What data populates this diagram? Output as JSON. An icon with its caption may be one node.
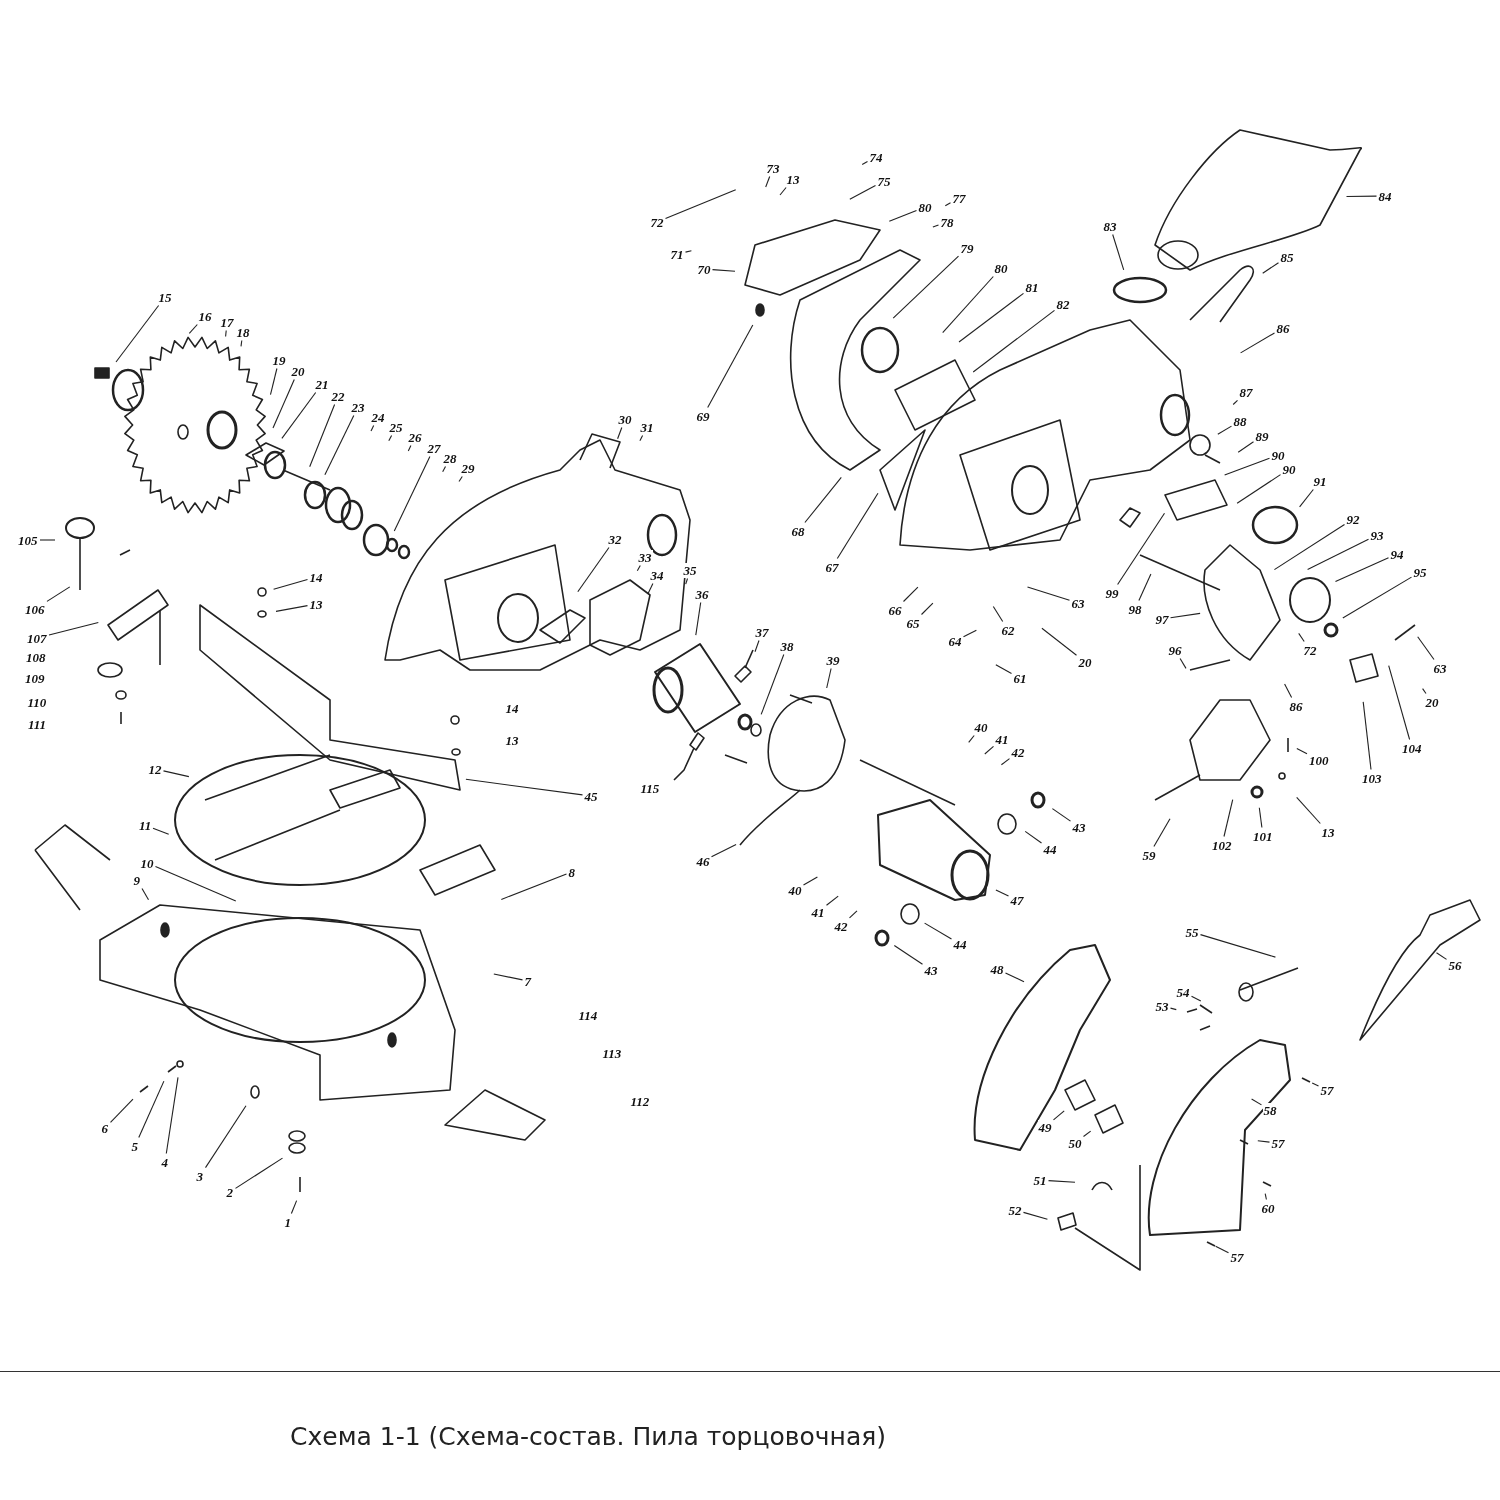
{
  "diagram": {
    "caption": "Схема 1-1 (Схема-состав. Пила торцовочная)",
    "nodes": [
      {
        "text": [
          "1"
        ]
      },
      {
        "text": [
          "2"
        ]
      },
      {
        "text": [
          "3"
        ]
      },
      {
        "text": [
          "4"
        ]
      },
      {
        "text": [
          "5"
        ]
      },
      {
        "text": [
          "6"
        ]
      },
      {
        "text": [
          "7"
        ]
      },
      {
        "text": [
          "8"
        ]
      },
      {
        "text": [
          "9"
        ]
      },
      {
        "text": [
          "10"
        ]
      },
      {
        "text": [
          "11"
        ]
      },
      {
        "text": [
          "12"
        ]
      },
      {
        "text": [
          "13"
        ]
      },
      {
        "text": [
          "14"
        ]
      },
      {
        "text": [
          "15"
        ]
      },
      {
        "text": [
          "16"
        ]
      },
      {
        "text": [
          "17"
        ]
      },
      {
        "text": [
          "18"
        ]
      },
      {
        "text": [
          "19"
        ]
      },
      {
        "text": [
          "20"
        ]
      },
      {
        "text": [
          "21"
        ]
      },
      {
        "text": [
          "22"
        ]
      },
      {
        "text": [
          "23"
        ]
      },
      {
        "text": [
          "24"
        ]
      },
      {
        "text": [
          "25"
        ]
      },
      {
        "text": [
          "26"
        ]
      },
      {
        "text": [
          "27"
        ]
      },
      {
        "text": [
          "28"
        ]
      },
      {
        "text": [
          "29"
        ]
      },
      {
        "text": [
          "30"
        ]
      },
      {
        "text": [
          "31"
        ]
      },
      {
        "text": [
          "32"
        ]
      },
      {
        "text": [
          "33"
        ]
      },
      {
        "text": [
          "34"
        ]
      },
      {
        "text": [
          "35"
        ]
      },
      {
        "text": [
          "36"
        ]
      },
      {
        "text": [
          "37"
        ]
      },
      {
        "text": [
          "38"
        ]
      },
      {
        "text": [
          "39"
        ]
      },
      {
        "text": [
          "40"
        ]
      },
      {
        "text": [
          "41"
        ]
      },
      {
        "text": [
          "42"
        ]
      },
      {
        "text": [
          "43"
        ]
      },
      {
        "text": [
          "44"
        ]
      },
      {
        "text": [
          "45"
        ]
      },
      {
        "text": [
          "46"
        ]
      },
      {
        "text": [
          "47"
        ]
      },
      {
        "text": [
          "40"
        ]
      },
      {
        "text": [
          "41"
        ]
      },
      {
        "text": [
          "42"
        ]
      },
      {
        "text": [
          "43"
        ]
      },
      {
        "text": [
          "44"
        ]
      },
      {
        "text": [
          "48"
        ]
      },
      {
        "text": [
          "49"
        ]
      },
      {
        "text": [
          "50"
        ]
      },
      {
        "text": [
          "51"
        ]
      },
      {
        "text": [
          "52"
        ]
      },
      {
        "text": [
          "53"
        ]
      },
      {
        "text": [
          "54"
        ]
      },
      {
        "text": [
          "55"
        ]
      },
      {
        "text": [
          "56"
        ]
      },
      {
        "text": [
          "57"
        ]
      },
      {
        "text": [
          "58"
        ]
      },
      {
        "text": [
          "57"
        ]
      },
      {
        "text": [
          "60"
        ]
      },
      {
        "text": [
          "57"
        ]
      },
      {
        "text": [
          "59"
        ]
      },
      {
        "text": [
          "61"
        ]
      },
      {
        "text": [
          "62"
        ]
      },
      {
        "text": [
          "63"
        ]
      },
      {
        "text": [
          "20"
        ]
      },
      {
        "text": [
          "64"
        ]
      },
      {
        "text": [
          "65"
        ]
      },
      {
        "text": [
          "66"
        ]
      },
      {
        "text": [
          "67"
        ]
      },
      {
        "text": [
          "68"
        ]
      },
      {
        "text": [
          "69"
        ]
      },
      {
        "text": [
          "70"
        ]
      },
      {
        "text": [
          "71"
        ]
      },
      {
        "text": [
          "72"
        ]
      },
      {
        "text": [
          "73"
        ]
      },
      {
        "text": [
          "13"
        ]
      },
      {
        "text": [
          "74"
        ]
      },
      {
        "text": [
          "75"
        ]
      },
      {
        "text": [
          "80"
        ]
      },
      {
        "text": [
          "77"
        ]
      },
      {
        "text": [
          "78"
        ]
      },
      {
        "text": [
          "79"
        ]
      },
      {
        "text": [
          "80"
        ]
      },
      {
        "text": [
          "81"
        ]
      },
      {
        "text": [
          "82"
        ]
      },
      {
        "text": [
          "83"
        ]
      },
      {
        "text": [
          "84"
        ]
      },
      {
        "text": [
          "85"
        ]
      },
      {
        "text": [
          "86"
        ]
      },
      {
        "text": [
          "87"
        ]
      },
      {
        "text": [
          "88"
        ]
      },
      {
        "text": [
          "89"
        ]
      },
      {
        "text": [
          "90"
        ]
      },
      {
        "text": [
          "90"
        ]
      },
      {
        "text": [
          "91"
        ]
      },
      {
        "text": [
          "92"
        ]
      },
      {
        "text": [
          "93"
        ]
      },
      {
        "text": [
          "94"
        ]
      },
      {
        "text": [
          "95"
        ]
      },
      {
        "text": [
          "96"
        ]
      },
      {
        "text": [
          "97"
        ]
      },
      {
        "text": [
          "98"
        ]
      },
      {
        "text": [
          "99"
        ]
      },
      {
        "text": [
          "72"
        ]
      },
      {
        "text": [
          "86"
        ]
      },
      {
        "text": [
          "63"
        ]
      },
      {
        "text": [
          "20"
        ]
      },
      {
        "text": [
          "104"
        ]
      },
      {
        "text": [
          "103"
        ]
      },
      {
        "text": [
          "100"
        ]
      },
      {
        "text": [
          "13"
        ]
      },
      {
        "text": [
          "101"
        ]
      },
      {
        "text": [
          "102"
        ]
      },
      {
        "text": [
          "105"
        ]
      },
      {
        "text": [
          "106"
        ]
      },
      {
        "text": [
          "107"
        ]
      },
      {
        "text": [
          "108"
        ]
      },
      {
        "text": [
          "109"
        ]
      },
      {
        "text": [
          "110"
        ]
      },
      {
        "text": [
          "111"
        ]
      },
      {
        "text": [
          "112"
        ]
      },
      {
        "text": [
          "113"
        ]
      },
      {
        "text": [
          "114"
        ]
      },
      {
        "text": [
          "115"
        ]
      },
      {
        "text": [
          "14"
        ]
      },
      {
        "text": [
          "13"
        ]
      }
    ],
    "edges": [
      {
        "from": 0,
        "to": null,
        "arrow": "none"
      },
      {
        "from": 1,
        "to": null,
        "arrow": "none"
      },
      {
        "from": 2,
        "to": null,
        "arrow": "none"
      },
      {
        "from": 3,
        "to": null,
        "arrow": "none"
      },
      {
        "from": 4,
        "to": null,
        "arrow": "none"
      },
      {
        "from": 5,
        "to": null,
        "arrow": "none"
      },
      {
        "from": 6,
        "to": null,
        "arrow": "none"
      },
      {
        "from": 7,
        "to": null,
        "arrow": "none"
      },
      {
        "from": 8,
        "to": null,
        "arrow": "none"
      },
      {
        "from": 9,
        "to": null,
        "arrow": "none"
      },
      {
        "from": 10,
        "to": null,
        "arrow": "none"
      },
      {
        "from": 11,
        "to": null,
        "arrow": "none"
      },
      {
        "from": 12,
        "to": null,
        "arrow": "none"
      },
      {
        "from": 13,
        "to": null,
        "arrow": "none"
      },
      {
        "from": 14,
        "to": null,
        "arrow": "none"
      },
      {
        "from": 15,
        "to": null,
        "arrow": "none"
      },
      {
        "from": 16,
        "to": null,
        "arrow": "none"
      },
      {
        "from": 17,
        "to": null,
        "arrow": "none"
      },
      {
        "from": 18,
        "to": null,
        "arrow": "none"
      },
      {
        "from": 19,
        "to": null,
        "arrow": "none"
      },
      {
        "from": 20,
        "to": null,
        "arrow": "none"
      },
      {
        "from": 21,
        "to": null,
        "arrow": "none"
      },
      {
        "from": 22,
        "to": null,
        "arrow": "none"
      },
      {
        "from": 23,
        "to": null,
        "arrow": "none"
      },
      {
        "from": 24,
        "to": null,
        "arrow": "none"
      },
      {
        "from": 25,
        "to": null,
        "arrow": "none"
      },
      {
        "from": 26,
        "to": null,
        "arrow": "none"
      },
      {
        "from": 27,
        "to": null,
        "arrow": "none"
      },
      {
        "from": 28,
        "to": null,
        "arrow": "none"
      },
      {
        "from": 29,
        "to": null,
        "arrow": "none"
      },
      {
        "from": 30,
        "to": null,
        "arrow": "none"
      },
      {
        "from": 31,
        "to": null,
        "arrow": "none"
      },
      {
        "from": 32,
        "to": null,
        "arrow": "none"
      },
      {
        "from": 33,
        "to": null,
        "arrow": "none"
      },
      {
        "from": 34,
        "to": null,
        "arrow": "none"
      },
      {
        "from": 35,
        "to": null,
        "arrow": "none"
      },
      {
        "from": 36,
        "to": null,
        "arrow": "none"
      },
      {
        "from": 37,
        "to": null,
        "arrow": "none"
      },
      {
        "from": 38,
        "to": null,
        "arrow": "none"
      },
      {
        "from": 39,
        "to": null,
        "arrow": "none"
      },
      {
        "from": 40,
        "to": null,
        "arrow": "none"
      },
      {
        "from": 41,
        "to": null,
        "arrow": "none"
      },
      {
        "from": 42,
        "to": null,
        "arrow": "none"
      },
      {
        "from": 43,
        "to": null,
        "arrow": "none"
      },
      {
        "from": 44,
        "to": null,
        "arrow": "none"
      },
      {
        "from": 45,
        "to": null,
        "arrow": "none"
      },
      {
        "from": 46,
        "to": null,
        "arrow": "none"
      },
      {
        "from": 47,
        "to": null,
        "arrow": "none"
      },
      {
        "from": 48,
        "to": null,
        "arrow": "none"
      },
      {
        "from": 49,
        "to": null,
        "arrow": "none"
      },
      {
        "from": 50,
        "to": null,
        "arrow": "none"
      },
      {
        "from": 51,
        "to": null,
        "arrow": "none"
      },
      {
        "from": 52,
        "to": null,
        "arrow": "none"
      },
      {
        "from": 53,
        "to": null,
        "arrow": "none"
      },
      {
        "from": 54,
        "to": null,
        "arrow": "none"
      },
      {
        "from": 55,
        "to": null,
        "arrow": "none"
      },
      {
        "from": 56,
        "to": null,
        "arrow": "none"
      },
      {
        "from": 57,
        "to": null,
        "arrow": "none"
      },
      {
        "from": 58,
        "to": null,
        "arrow": "none"
      },
      {
        "from": 59,
        "to": null,
        "arrow": "none"
      },
      {
        "from": 60,
        "to": null,
        "arrow": "none"
      },
      {
        "from": 61,
        "to": null,
        "arrow": "none"
      },
      {
        "from": 62,
        "to": null,
        "arrow": "none"
      },
      {
        "from": 63,
        "to": null,
        "arrow": "none"
      },
      {
        "from": 64,
        "to": null,
        "arrow": "none"
      },
      {
        "from": 65,
        "to": null,
        "arrow": "none"
      },
      {
        "from": 66,
        "to": null,
        "arrow": "none"
      },
      {
        "from": 67,
        "to": null,
        "arrow": "none"
      },
      {
        "from": 68,
        "to": null,
        "arrow": "none"
      },
      {
        "from": 69,
        "to": null,
        "arrow": "none"
      },
      {
        "from": 70,
        "to": null,
        "arrow": "none"
      },
      {
        "from": 71,
        "to": null,
        "arrow": "none"
      },
      {
        "from": 72,
        "to": null,
        "arrow": "none"
      },
      {
        "from": 73,
        "to": null,
        "arrow": "none"
      },
      {
        "from": 74,
        "to": null,
        "arrow": "none"
      },
      {
        "from": 75,
        "to": null,
        "arrow": "none"
      },
      {
        "from": 76,
        "to": null,
        "arrow": "none"
      },
      {
        "from": 77,
        "to": null,
        "arrow": "none"
      },
      {
        "from": 78,
        "to": null,
        "arrow": "none"
      },
      {
        "from": 79,
        "to": null,
        "arrow": "none"
      },
      {
        "from": 80,
        "to": null,
        "arrow": "none"
      },
      {
        "from": 81,
        "to": null,
        "arrow": "none"
      },
      {
        "from": 82,
        "to": null,
        "arrow": "none"
      },
      {
        "from": 83,
        "to": null,
        "arrow": "none"
      },
      {
        "from": 84,
        "to": null,
        "arrow": "none"
      },
      {
        "from": 85,
        "to": null,
        "arrow": "none"
      },
      {
        "from": 86,
        "to": null,
        "arrow": "none"
      },
      {
        "from": 87,
        "to": null,
        "arrow": "none"
      },
      {
        "from": 88,
        "to": null,
        "arrow": "none"
      },
      {
        "from": 89,
        "to": null,
        "arrow": "none"
      },
      {
        "from": 90,
        "to": null,
        "arrow": "none"
      },
      {
        "from": 91,
        "to": null,
        "arrow": "none"
      },
      {
        "from": 92,
        "to": null,
        "arrow": "none"
      },
      {
        "from": 93,
        "to": null,
        "arrow": "none"
      },
      {
        "from": 94,
        "to": null,
        "arrow": "none"
      },
      {
        "from": 95,
        "to": null,
        "arrow": "none"
      },
      {
        "from": 96,
        "to": null,
        "arrow": "none"
      },
      {
        "from": 97,
        "to": null,
        "arrow": "none"
      },
      {
        "from": 98,
        "to": null,
        "arrow": "none"
      },
      {
        "from": 99,
        "to": null,
        "arrow": "none"
      },
      {
        "from": 100,
        "to": null,
        "arrow": "none"
      },
      {
        "from": 101,
        "to": null,
        "arrow": "none"
      },
      {
        "from": 102,
        "to": null,
        "arrow": "none"
      },
      {
        "from": 103,
        "to": null,
        "arrow": "none"
      },
      {
        "from": 104,
        "to": null,
        "arrow": "none"
      },
      {
        "from": 105,
        "to": null,
        "arrow": "none"
      },
      {
        "from": 106,
        "to": null,
        "arrow": "none"
      },
      {
        "from": 107,
        "to": null,
        "arrow": "none"
      },
      {
        "from": 108,
        "to": null,
        "arrow": "none"
      },
      {
        "from": 109,
        "to": null,
        "arrow": "none"
      },
      {
        "from": 110,
        "to": null,
        "arrow": "none"
      },
      {
        "from": 111,
        "to": null,
        "arrow": "none"
      },
      {
        "from": 112,
        "to": null,
        "arrow": "none"
      },
      {
        "from": 113,
        "to": null,
        "arrow": "none"
      },
      {
        "from": 114,
        "to": null,
        "arrow": "none"
      },
      {
        "from": 115,
        "to": null,
        "arrow": "none"
      },
      {
        "from": 116,
        "to": null,
        "arrow": "none"
      },
      {
        "from": 117,
        "to": null,
        "arrow": "none"
      },
      {
        "from": 118,
        "to": null,
        "arrow": "none"
      },
      {
        "from": 119,
        "to": null,
        "arrow": "none"
      },
      {
        "from": 120,
        "to": null,
        "arrow": "none"
      },
      {
        "from": 121,
        "to": null,
        "arrow": "none"
      }
    ]
  }
}
